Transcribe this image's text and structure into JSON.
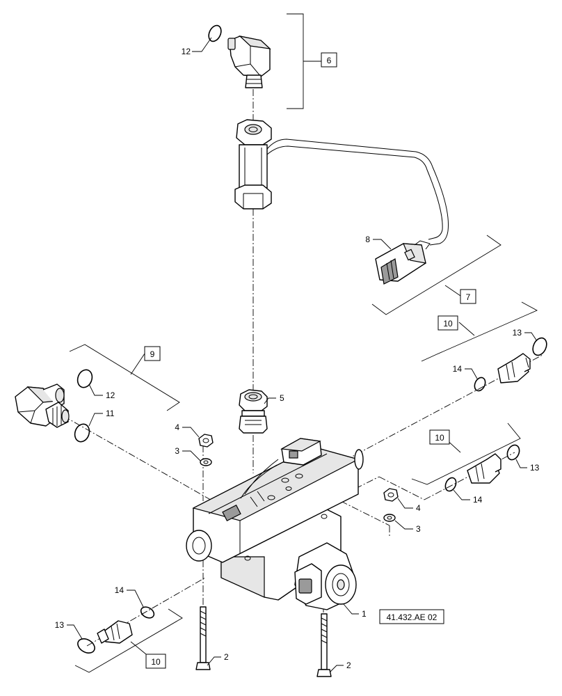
{
  "callouts": {
    "c1": "1",
    "c2a": "2",
    "c2b": "2",
    "c3a": "3",
    "c3b": "3",
    "c4a": "4",
    "c4b": "4",
    "c5": "5",
    "c8": "8",
    "c11": "11",
    "c12a": "12",
    "c12b": "12",
    "c13a": "13",
    "c13b": "13",
    "c13c": "13",
    "c14a": "14",
    "c14b": "14",
    "c14c": "14"
  },
  "kits": {
    "k6": "6",
    "k7": "7",
    "k9": "9",
    "k10a": "10",
    "k10b": "10",
    "k10c": "10"
  },
  "reference": "41.432.AE 02"
}
